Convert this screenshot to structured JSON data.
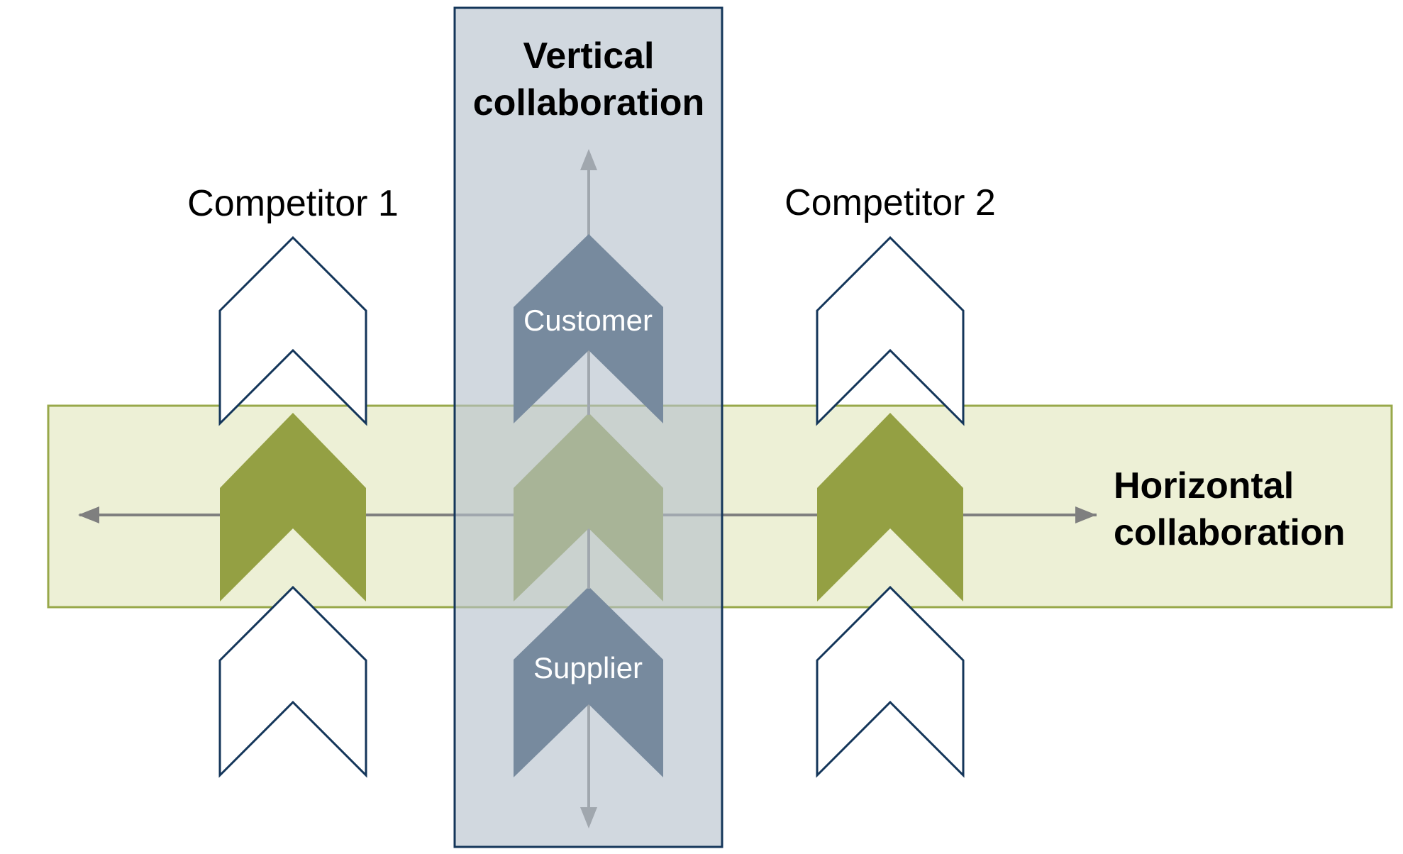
{
  "vertical_label": {
    "line1": "Vertical",
    "line2": "collaboration"
  },
  "horizontal_label": {
    "line1": "Horizontal",
    "line2": "collaboration"
  },
  "competitor_1_label": "Competitor 1",
  "competitor_2_label": "Competitor 2",
  "customer_label": "Customer",
  "supplier_label": "Supplier",
  "colors": {
    "vertical_band_fill": "#ced6de",
    "vertical_band_stroke": "#14365a",
    "horizontal_band_fill": "#edf0d6",
    "horizontal_band_stroke": "#98a84a",
    "navy": "#133254",
    "olive": "#94a043",
    "outline": "#14365a",
    "arrow": "#7f7f7f",
    "text_dark": "#000000",
    "text_light": "#ffffff"
  },
  "icons": {
    "chevron": "chevron-up-icon",
    "arrow": "arrow-icon"
  }
}
